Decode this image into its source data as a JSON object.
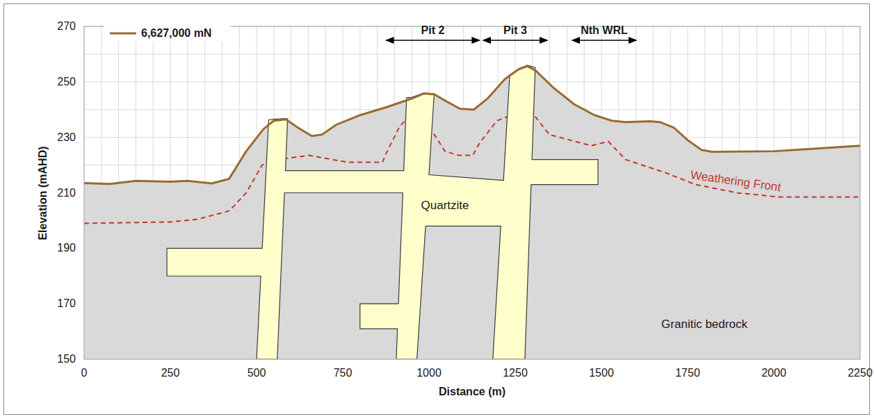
{
  "diagram": {
    "labels": [
      "270",
      "250",
      "230",
      "210",
      "190",
      "170",
      "150",
      "Elevation (mAHD)",
      "0",
      "250",
      "500",
      "750",
      "1000",
      "1250",
      "1500",
      "1750",
      "2000",
      "2250",
      "Distance (m)",
      "Pit 2",
      "Pit 3",
      "Nth WRL",
      "Quartzite",
      "Granitic bedrock",
      "Weathering Front"
    ],
    "legend": [
      {
        "text": "6,627,000 mN"
      }
    ]
  }
}
